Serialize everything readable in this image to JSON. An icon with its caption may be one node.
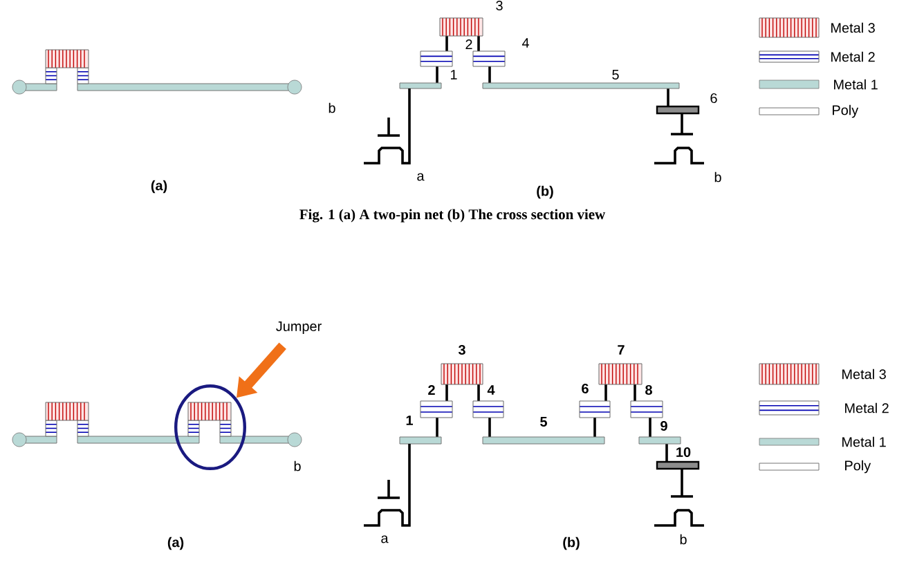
{
  "diagram": {
    "caption": "Fig. 1    (a) A two-pin net    (b) The cross section view",
    "nodes": [
      {
        "text": [
          "Jumper"
        ]
      },
      {
        "text": [],
        "shape": "circle"
      }
    ],
    "edges": [
      {
        "from": 0,
        "to": 1,
        "arrow": "to",
        "color": "#f07018"
      }
    ],
    "labels": [
      "3",
      "2",
      "4",
      "1",
      "5",
      "b",
      "6",
      "a",
      "b",
      "(a)",
      "(b)",
      "3",
      "7",
      "2",
      "4",
      "6",
      "8",
      "1",
      "5",
      "9",
      "b",
      "10",
      "(a)",
      "a",
      "(b)",
      "b"
    ],
    "legend": [
      {
        "text": "Metal 3"
      },
      {
        "text": "Metal 2"
      },
      {
        "text": "Metal 1",
        "color": "#b9d9d6"
      },
      {
        "text": "Poly"
      },
      {
        "text": "Metal 3"
      },
      {
        "text": "Metal 2"
      },
      {
        "text": "Metal 1",
        "color": "#b9d9d6"
      },
      {
        "text": "Poly"
      }
    ]
  }
}
